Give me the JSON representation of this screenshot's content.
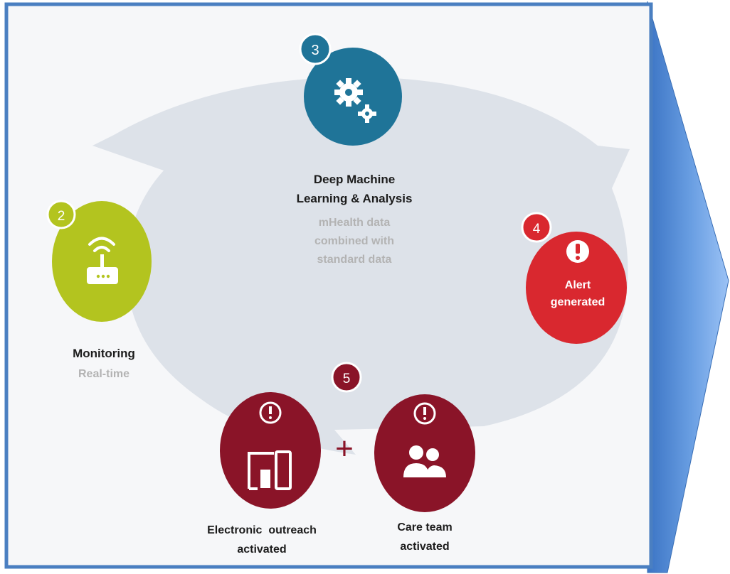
{
  "colors": {
    "panel_border": "#4a7fc1",
    "panel_bg": "#f5f6f8",
    "cycle_fill": "#dfe3ea",
    "arrow_fill": "#4d88d4",
    "monitoring": "#b3c41f",
    "analysis": "#1f7498",
    "alert": "#d9282f",
    "outreach": "#8a1428"
  },
  "steps": {
    "monitoring": {
      "number": "2",
      "icon": "router-wifi-icon",
      "title": "Monitoring",
      "subtitle": "Real-time"
    },
    "analysis": {
      "number": "3",
      "icon": "gears-icon",
      "title_line1": "Deep Machine",
      "title_line2": "Learning & Analysis",
      "subtitle_line1": "mHealth data",
      "subtitle_line2": "combined with",
      "subtitle_line3": "standard data"
    },
    "alert": {
      "number": "4",
      "icon": "exclamation-icon",
      "label_line1": "Alert",
      "label_line2": "generated"
    },
    "outreach": {
      "number": "5",
      "plus": "+",
      "electronic": {
        "icon": "devices-icon",
        "label_line1": "Electronic  outreach",
        "label_line2": "activated"
      },
      "care_team": {
        "icon": "people-icon",
        "label_line1": "Care team",
        "label_line2": "activated"
      }
    }
  }
}
